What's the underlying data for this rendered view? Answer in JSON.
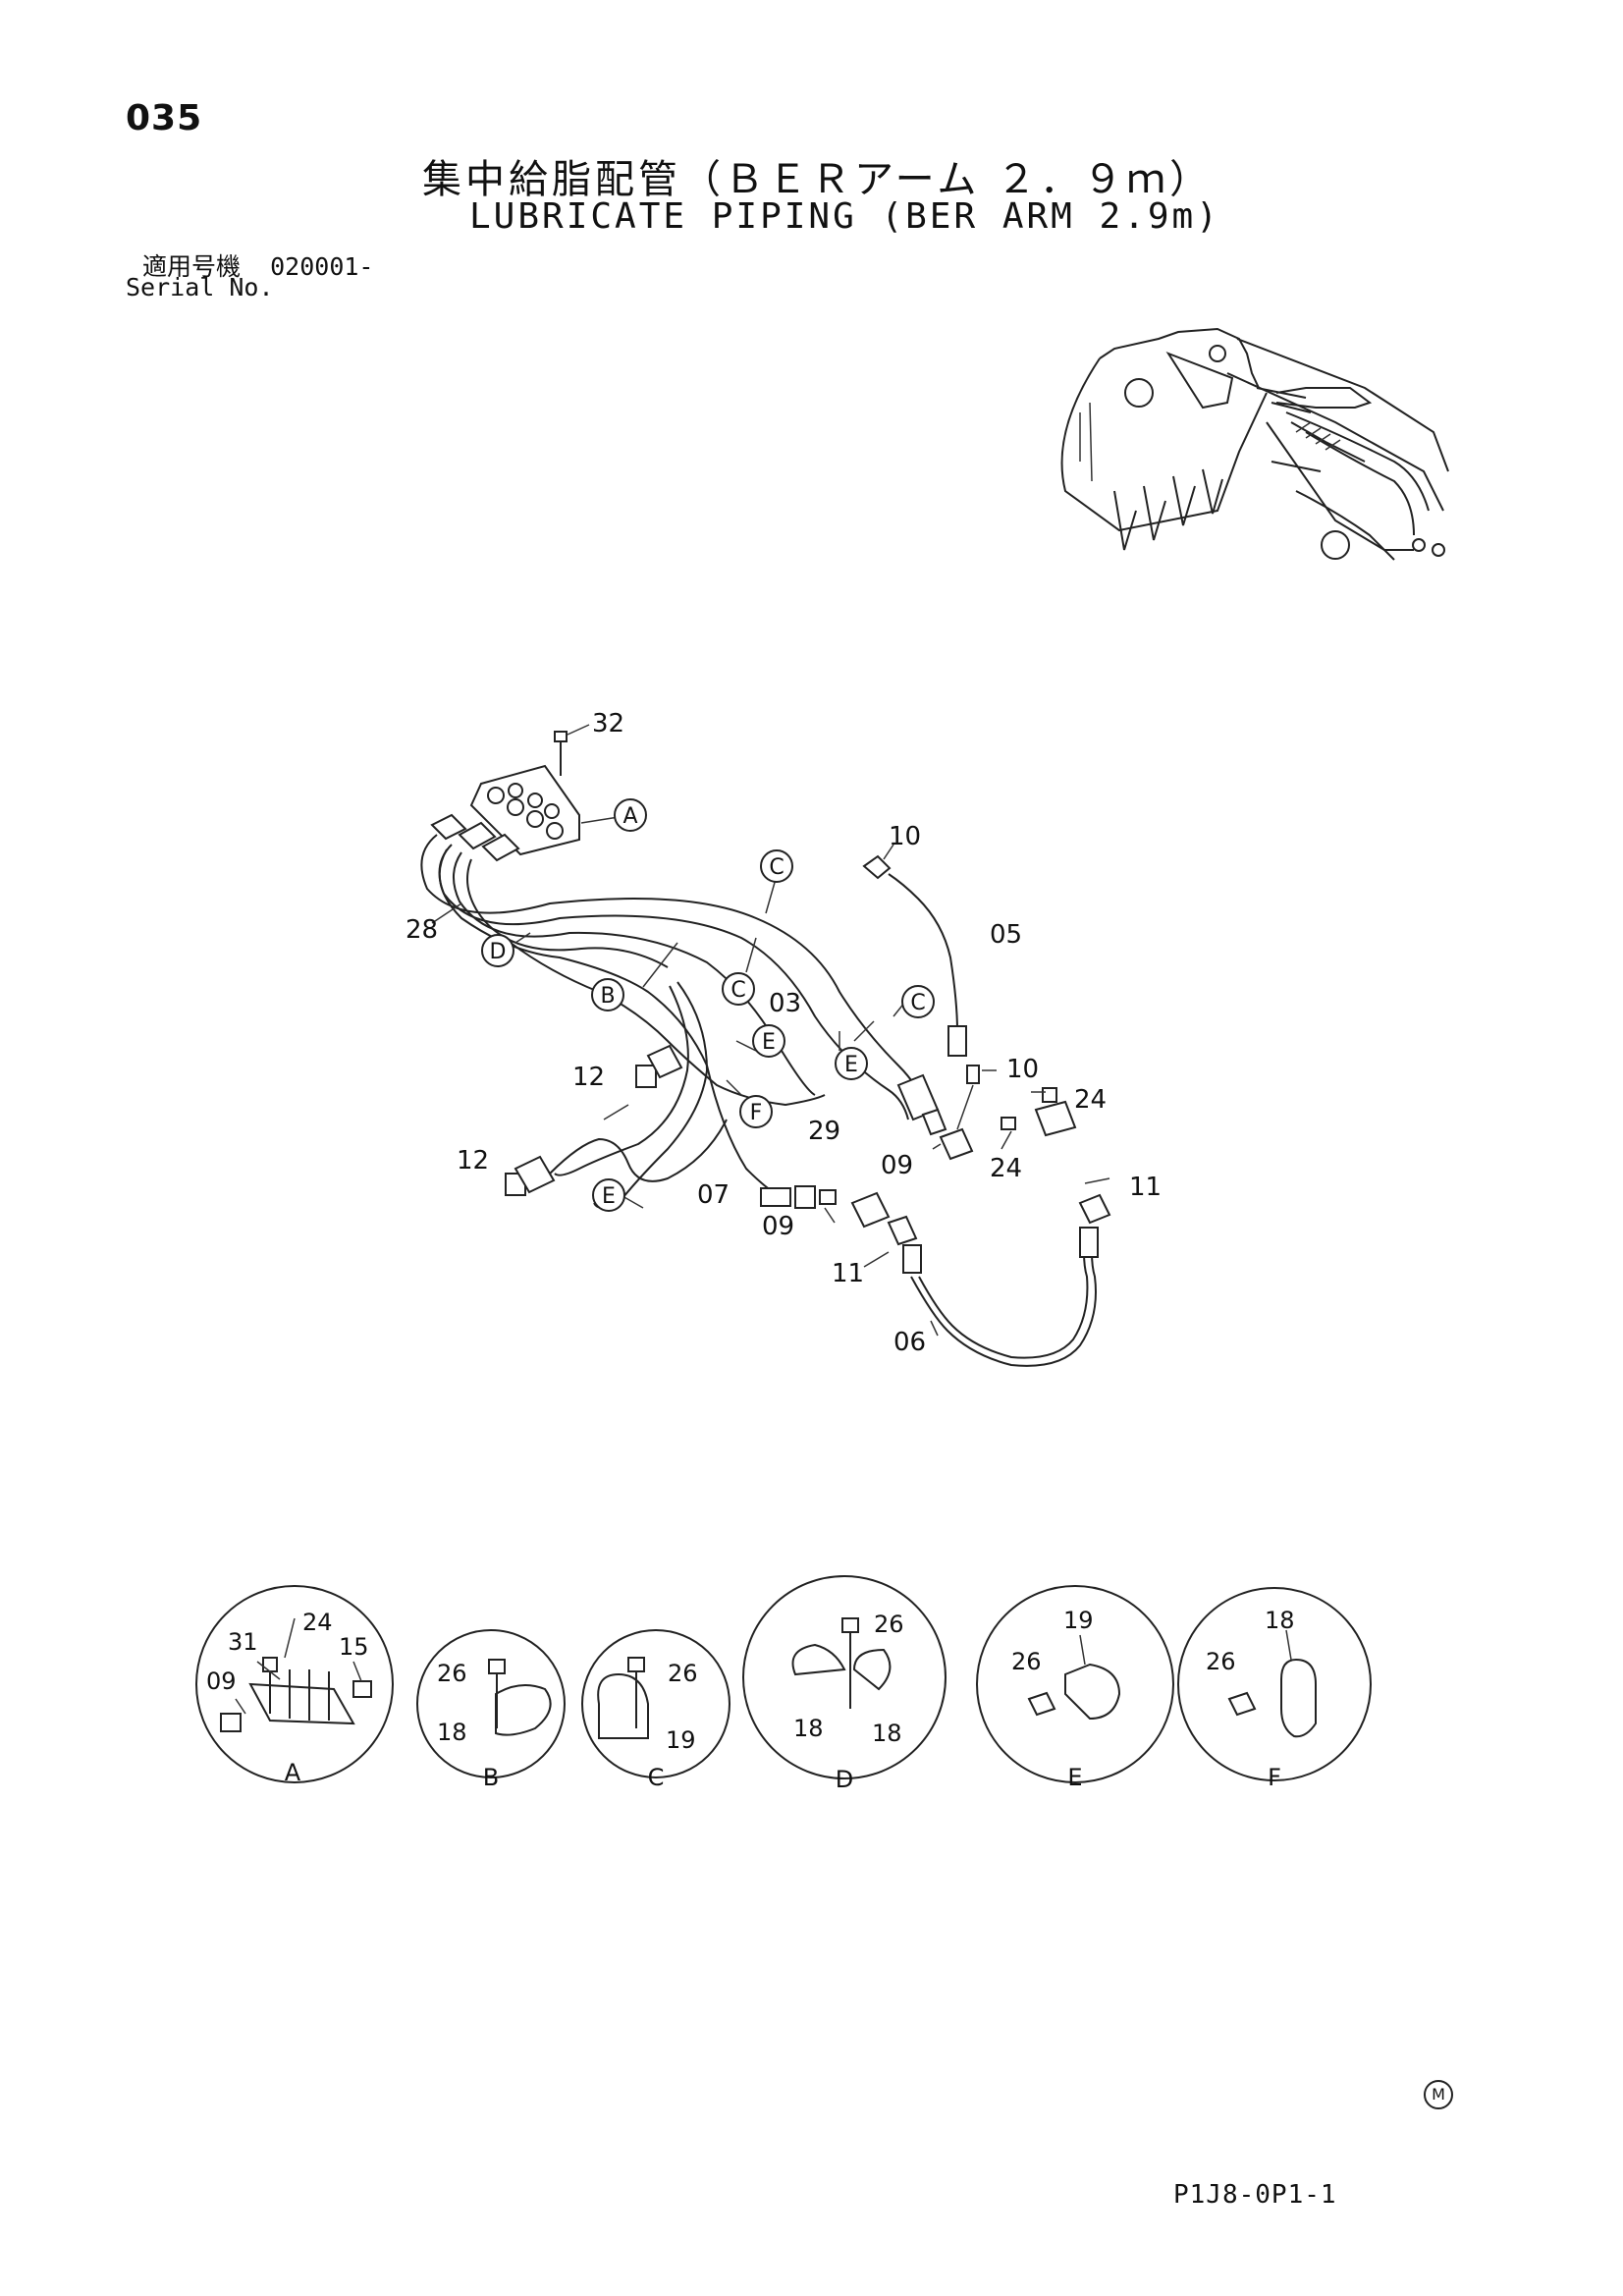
{
  "page_number": "035",
  "title_jp": "集中給脂配管（ＢＥＲアーム ２．９ｍ）",
  "title_en": "LUBRICATE PIPING (BER ARM 2.9m)",
  "serial": {
    "label_jp": "適用号機",
    "value": "020001-",
    "label_en": "Serial No."
  },
  "main_callouts": {
    "p32": "32",
    "p28": "28",
    "p10a": "10",
    "p05": "05",
    "p03": "03",
    "p12a": "12",
    "p12b": "12",
    "p10b": "10",
    "p24a": "24",
    "p24b": "24",
    "p29": "29",
    "p09a": "09",
    "p07": "07",
    "p09b": "09",
    "p11a": "11",
    "p11b": "11",
    "p06": "06"
  },
  "main_refs": {
    "A": "A",
    "C1": "C",
    "D": "D",
    "C2": "C",
    "B": "B",
    "C3": "C",
    "E1": "E",
    "E2": "E",
    "F": "F",
    "E3": "E"
  },
  "details": {
    "A": {
      "label": "A",
      "parts": [
        "24",
        "31",
        "15",
        "09"
      ]
    },
    "B": {
      "label": "B",
      "parts": [
        "26",
        "18"
      ]
    },
    "C": {
      "label": "C",
      "parts": [
        "26",
        "19"
      ]
    },
    "D": {
      "label": "D",
      "parts": [
        "26",
        "18",
        "18"
      ]
    },
    "E": {
      "label": "E",
      "parts": [
        "19",
        "26"
      ]
    },
    "F": {
      "label": "F",
      "parts": [
        "18",
        "26"
      ]
    }
  },
  "footer": {
    "m_mark": "M",
    "code": "P1J8-0P1-1"
  }
}
